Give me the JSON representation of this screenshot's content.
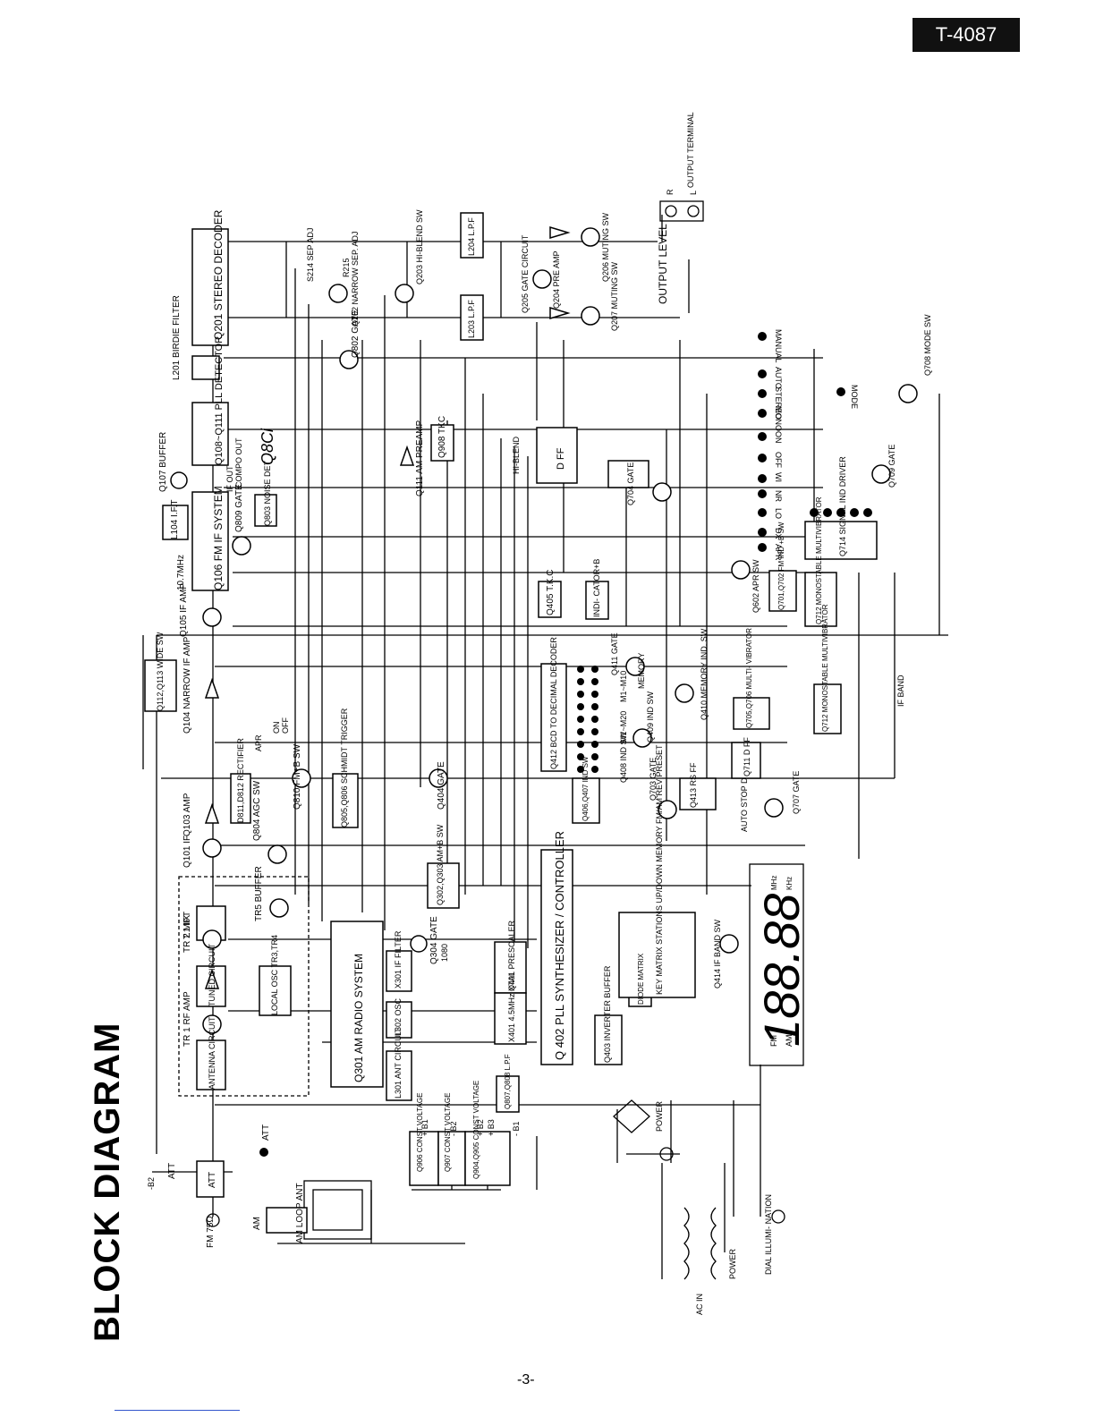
{
  "header": {
    "model_number": "T-4087"
  },
  "page": {
    "title": "BLOCK DIAGRAM",
    "number": "-3-"
  },
  "blocks": {
    "q201": "Q201 STEREO DECODER",
    "l201": "L201 BIRDIE FILTER",
    "q108": "Q108~Q111 PLL DETECTOR",
    "q107": "Q107 BUFFER",
    "l104": "L104 I.F.T",
    "q106": "Q106 FM IF SYSTEM",
    "filter107": "10.7MHz",
    "q809": "Q809 GATE",
    "q803": "Q803 NOISE DET",
    "compo": "COMPO OUT",
    "ifout": "IF OUT",
    "q105": "Q105 IF AMP",
    "q112": "Q112,Q113 WIDE SW",
    "q104": "Q104 NARROW IF AMP",
    "q103": "Q103 AMP",
    "q101": "Q101 IF",
    "q804": "Q804 AGC SW",
    "d811": "D811,D812 RECTIFIER",
    "q810": "Q810 FM+B SW",
    "q805": "Q805,Q806 SCHMIDT TRIGGER",
    "t1": "T.1 IFT",
    "tr5": "TR5 BUFFER",
    "tr2": "TR 2 MIX",
    "tuned": "TUNED CIRCUIT",
    "local": "LOCAL OSC TR3,TR4",
    "tr1": "TR 1 RF AMP",
    "antenna": "ANTENNA CIRCUIT",
    "att": "ATT",
    "att_label": "ATT",
    "fm75": "FM 75Ω",
    "am": "AM",
    "amloop": "AM LOOP ANT",
    "q301": "Q301 AM RADIO SYSTEM",
    "x301": "X301 IF FILTER",
    "l302": "L302 OSC",
    "l301": "L301 ANT CIRCUIT",
    "q304": "Q304 GATE",
    "q302": "Q302,Q303 AM+B SW",
    "q404": "Q404 GATE",
    "q111": "Q111 AM PREAMP",
    "q802": "Q802 GATE",
    "q908": "Q908 TKC",
    "q405": "Q405 T.K.C",
    "indicator": "INDI- CATOR+B",
    "q401": "Q401 PRESCALER",
    "x401": "X401 4.5MHz XTAL",
    "q402": "Q 402 PLL SYNTHESIZER / CONTROLLER",
    "q403": "Q403 INVERTER BUFFER",
    "diode": "DIODE MATRIX",
    "keymatrix": "KEY MATRIX STATIONS UP/DOWN MEMORY FM/AM REV PRESET",
    "q807": "Q807,Q808 L.P.F",
    "q412": "Q412 BCD TO DECIMAL DECODER",
    "q406": "Q406,Q407 IND SW",
    "q408": "Q408 IND SW",
    "q409": "Q409 IND SW",
    "m1m20": "M1~M20",
    "m1m10": "M1~M10",
    "q410": "Q410 MEMORY IND. SW",
    "memory": "MEMORY",
    "q411": "Q411 GATE",
    "q703": "Q703 GATE",
    "q413": "Q413 RS FF",
    "q707": "Q707 GATE",
    "autostop": "AUTO STOP D",
    "q711": "Q711 D FF",
    "q705": "Q705,Q706 MULTI- VIBRATOR",
    "q712m": "Q712 MONOSTABLE MULTIVIBRATOR",
    "q712": "Q712 MONOSTABLE MULTIVIBRATOR",
    "q701": "Q701,Q702 FM IND +B SW",
    "q602": "Q602 APR SW",
    "q714": "Q714 SIGNAL IND DRIVER",
    "q709": "Q709 GATE",
    "q708": "Q708 MODE SW",
    "q704": "Q704 GATE",
    "dff": "D FF",
    "hiblend": "HI-BLEND",
    "q202": "Q202 NARROW SEP. ADJ",
    "r215": "R215",
    "s214": "S214 SEP ADJ",
    "q203": "Q203 HI-BLEND SW",
    "l203": "L203 L.P.F",
    "l204": "L204 L.P.F",
    "q205": "Q205 GATE CIRCUIT",
    "q204": "Q204 PRE AMP",
    "q206": "Q206 MUTING SW",
    "q207": "Q207 MUTING SW",
    "outputlevel": "OUTPUT LEVEL",
    "outputterm": "OUTPUT TERMINAL",
    "r": "R",
    "l": "L",
    "q414": "Q414 IF BAND SW",
    "ifband": "IF BAND",
    "q906": "Q906 CONST VOLTAGE",
    "q907": "Q907 CONST VOLTAGE",
    "q904": "Q904,Q905 CONST VOLTAGE",
    "power": "POWER",
    "power2": "POWER",
    "dial": "DIAL ILLUMI- NATION",
    "acin": "AC IN",
    "b1": "+ B1",
    "b2": "- B2",
    "b2p": "+ B2",
    "b3": "+ B3",
    "b1m": "- B1",
    "b2top": "-B2",
    "apr": "APR",
    "on": "ON",
    "off": "OFF",
    "fm": "FM",
    "amd": "AM",
    "mhz": "MHz",
    "khz": "KHz",
    "display": "188.88",
    "manual": "MANUAL",
    "auto": "AUTO",
    "stereo": "STEREO",
    "mono": "MONO",
    "mode": "MODE",
    "sw_on": "ON",
    "sw_off": "OFF",
    "wi": "WI",
    "nr": "NR",
    "lo": "LO",
    "dx": "DX",
    "aprsw": "APR",
    "handwritten": "Q8Ci",
    "gate1080": "1080"
  }
}
